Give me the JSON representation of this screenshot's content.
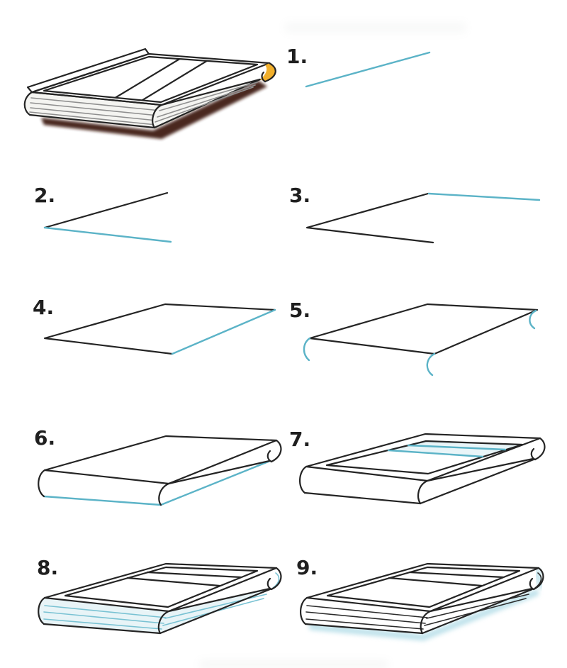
{
  "page": {
    "background": "#ffffff",
    "kind": "step-by-step book drawing tutorial"
  },
  "palette": {
    "ink": "#242424",
    "sketch_blue": "#5bb3c7",
    "sketch_blue_tint": "#d7ecf2",
    "page_side_tint": "#e8f4f7",
    "cover_red": "#c6190f",
    "cover_yellow": "#f1af2b",
    "page_line_gray": "#8f8f8f",
    "shadow_brown": "#3b1207",
    "shadow_blue": "#a8d8e4"
  },
  "illustration": {
    "name": "finished-colored-book-drawing"
  },
  "steps": [
    {
      "label": "1."
    },
    {
      "label": "2."
    },
    {
      "label": "3."
    },
    {
      "label": "4."
    },
    {
      "label": "5."
    },
    {
      "label": "6."
    },
    {
      "label": "7."
    },
    {
      "label": "8."
    },
    {
      "label": "9."
    }
  ]
}
